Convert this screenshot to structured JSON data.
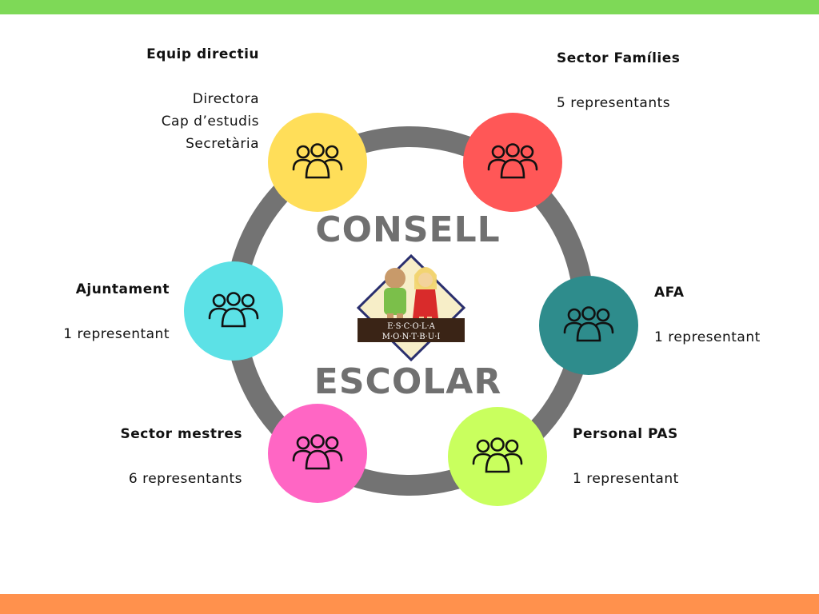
{
  "colors": {
    "top_bar": "#7ed957",
    "bottom_bar": "#ff914d",
    "ring": "#737373",
    "title": "#707070",
    "equip_directiu": "#ffde59",
    "sector_families": "#ff5757",
    "afa": "#2e8c8c",
    "personal_pas": "#c9ff5e",
    "sector_mestres": "#ff66c4",
    "ajuntament": "#5ce1e6"
  },
  "title": {
    "line1": "CONSELL",
    "line2": "ESCOLAR"
  },
  "logo": {
    "row1": "E·S·C·O·L·A",
    "row2": "M·O·N·T·B·U·I"
  },
  "groups": {
    "equip_directiu": {
      "name": "Equip directiu",
      "members": [
        "Directora",
        "Cap d’estudis",
        "Secretària"
      ],
      "icon": "people-group-icon"
    },
    "sector_families": {
      "name": "Sector Famílies",
      "detail": "5 representants",
      "icon": "people-group-icon"
    },
    "afa": {
      "name": "AFA",
      "detail": "1 representant",
      "icon": "people-group-icon"
    },
    "personal_pas": {
      "name": "Personal PAS",
      "detail": "1 representant",
      "icon": "people-group-icon"
    },
    "sector_mestres": {
      "name": "Sector mestres",
      "detail": "6 representants",
      "icon": "people-group-icon"
    },
    "ajuntament": {
      "name": "Ajuntament",
      "detail": "1 representant",
      "icon": "people-group-icon"
    }
  }
}
